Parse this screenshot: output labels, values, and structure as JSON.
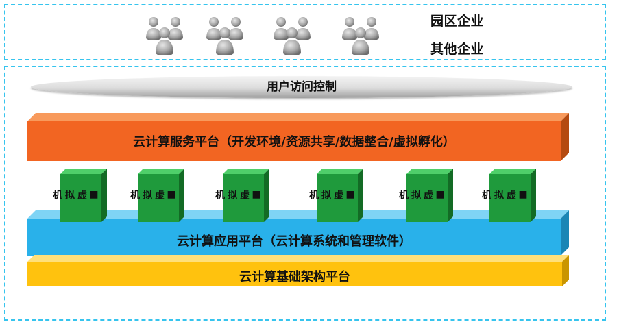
{
  "top_labels": {
    "park": "园区企业",
    "other": "其他企业"
  },
  "access": {
    "label": "用户访问控制"
  },
  "service_platform": {
    "label": "云计算服务平台（开发环境/资源共享/数据整合/虚拟孵化）",
    "color": "#f26522"
  },
  "vms": [
    {
      "label": "■虚拟机"
    },
    {
      "label": "■虚拟机"
    },
    {
      "label": "■虚拟机"
    },
    {
      "label": "■虚拟机"
    },
    {
      "label": "■虚拟机"
    },
    {
      "label": "■虚拟机"
    }
  ],
  "app_platform": {
    "label": "云计算应用平台（云计算系统和管理软件）",
    "color": "#2ab3ea"
  },
  "infra_platform": {
    "label": "云计算基础架构平台",
    "color": "#ffc20e"
  },
  "icons": {
    "users": "people-group-icon",
    "vm": "server-cube-icon"
  }
}
